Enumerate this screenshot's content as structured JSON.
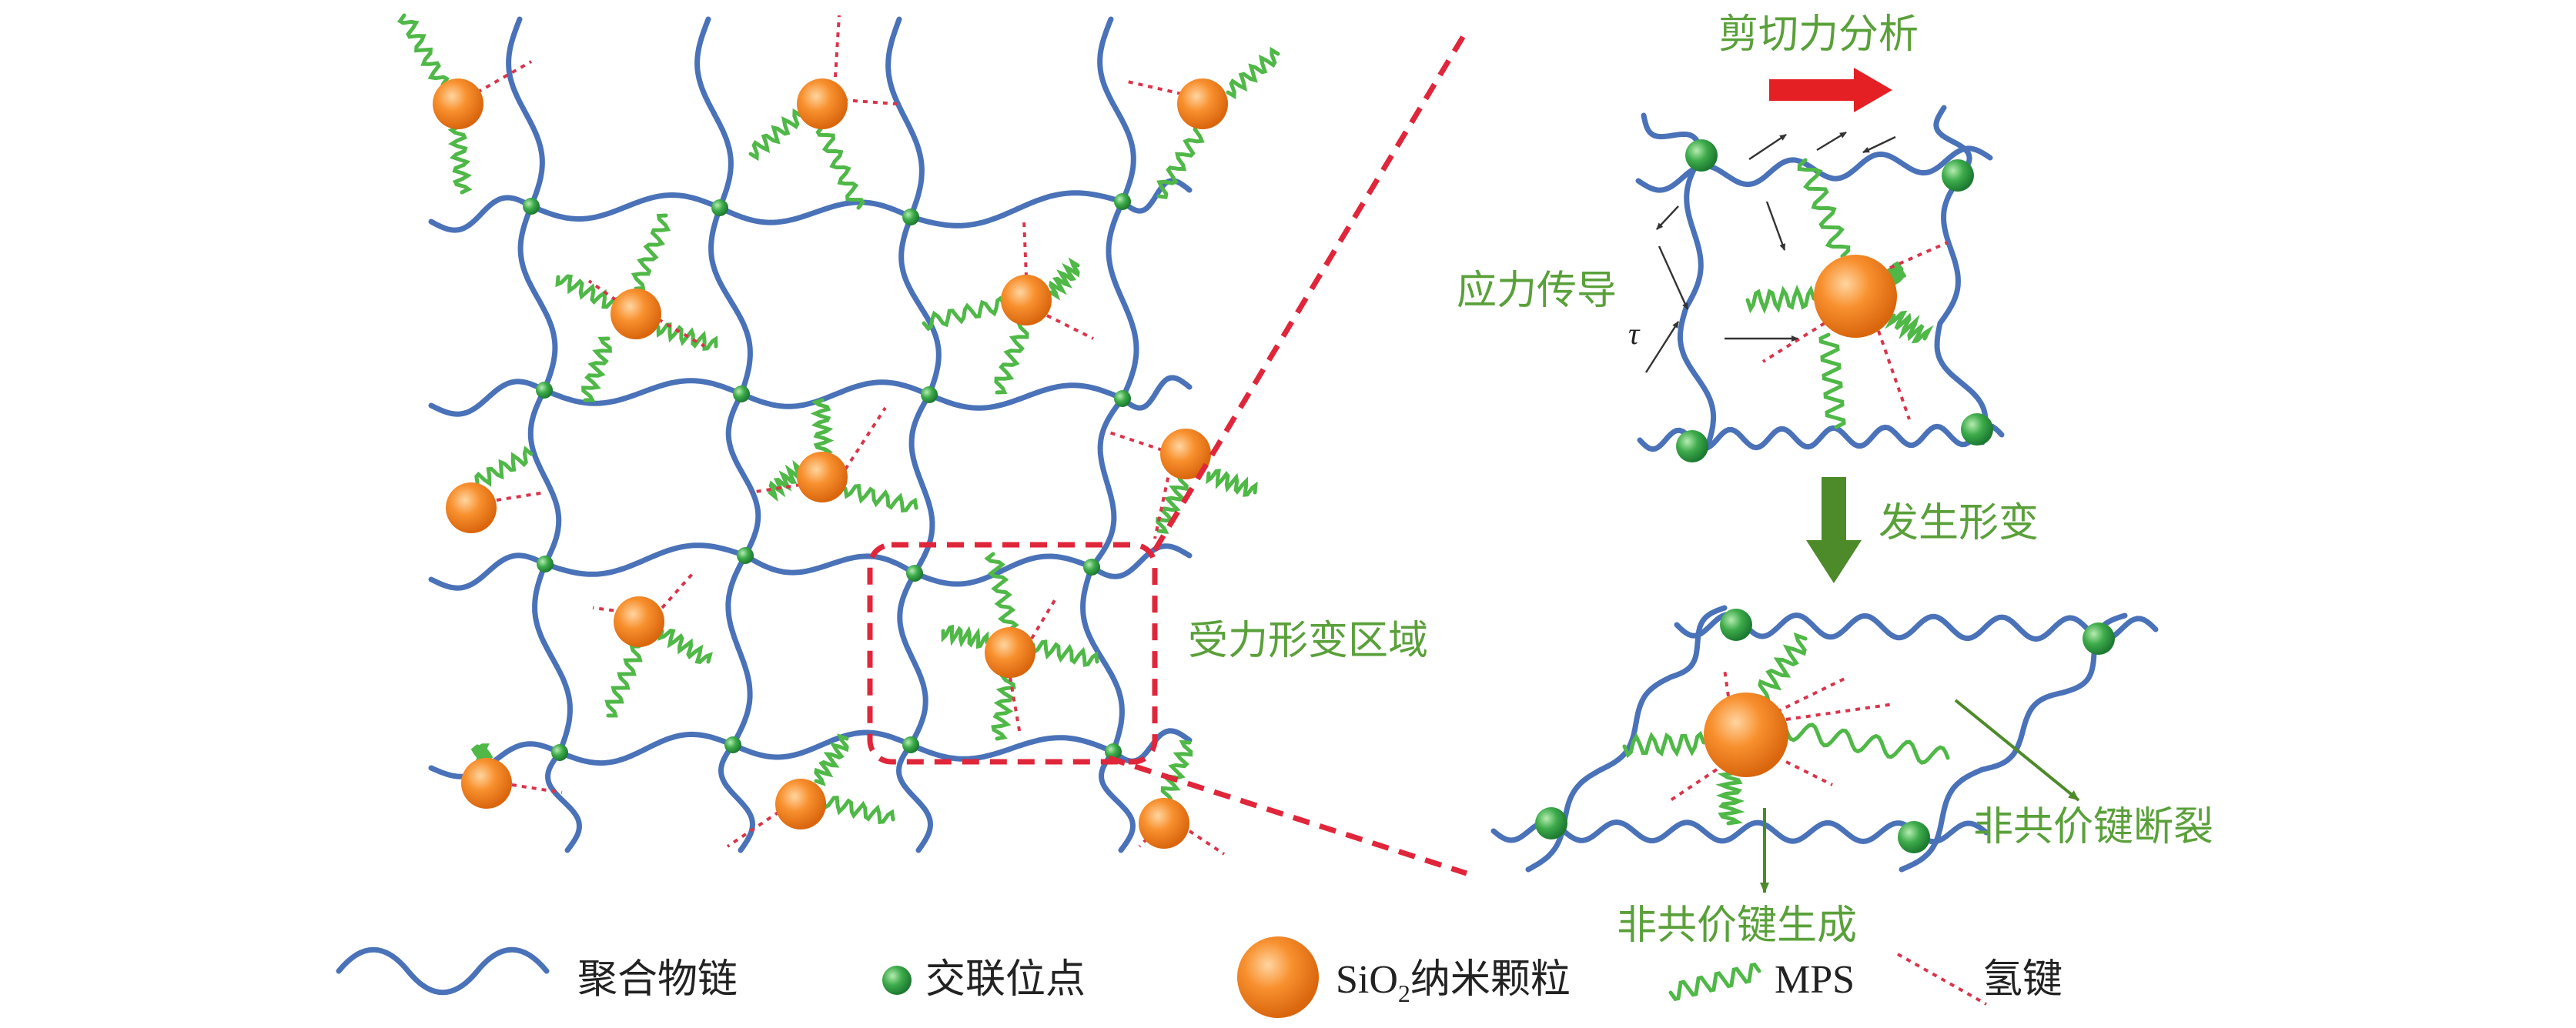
{
  "colors": {
    "polymer_chain": "#4a72b8",
    "crosslink": "#2a9140",
    "nanoparticle": "#f2801f",
    "mps": "#4fb847",
    "hbond": "#d9344b",
    "zoom_line": "#e0263a",
    "label_green": "#5aa03a",
    "shear_arrow": "#e52025",
    "deform_arrow": "#4d8a2a",
    "stress_arrow": "#333333"
  },
  "labels": {
    "shear_analysis": "剪切力分析",
    "stress_conduction": "应力传导",
    "tau": "τ",
    "deformation": "发生形变",
    "stressed_region": "受力形变区域",
    "noncovalent_break": "非共价键断裂",
    "noncovalent_form": "非共价键生成"
  },
  "legend": {
    "polymer_chain": "聚合物链",
    "crosslink_point": "交联位点",
    "sio2_prefix": "SiO",
    "sio2_sub": "2",
    "sio2_suffix": "纳米颗粒",
    "mps": "MPS",
    "hydrogen_bond": "氢键"
  },
  "icons": {
    "crosslink": "green-sphere",
    "nanoparticle": "orange-sphere",
    "shear": "red-right-arrow",
    "deform": "green-down-arrow"
  }
}
